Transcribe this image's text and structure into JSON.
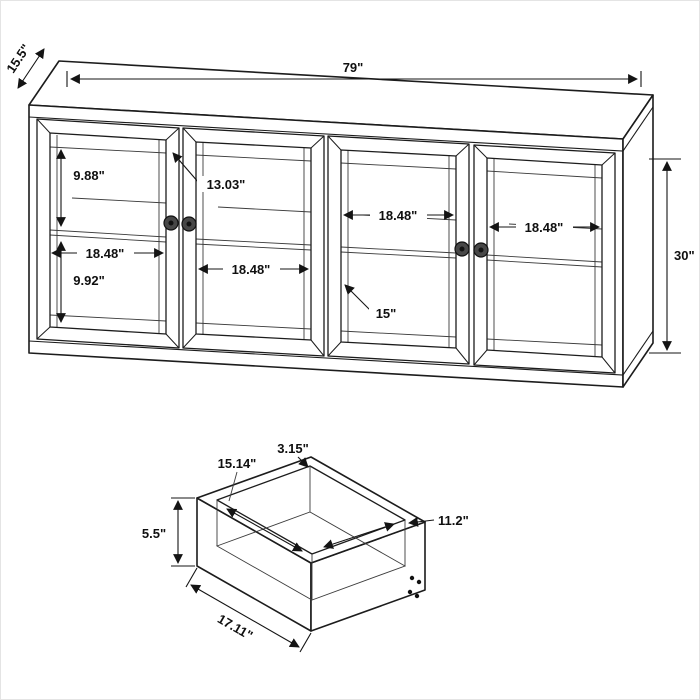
{
  "figure": {
    "colors": {
      "background": "#ffffff",
      "line": "#1c1c1c"
    }
  },
  "cabinet": {
    "width_label": "79\"",
    "depth_label": "15.5\"",
    "height_label": "30\"",
    "top_opening_height_label": "9.88\"",
    "bottom_opening_height_label": "9.92\"",
    "shelf_depth_label": "13.03\"",
    "interior_depth_label": "15\"",
    "section_width_labels": [
      "18.48\"",
      "18.48\"",
      "18.48\"",
      "18.48\""
    ]
  },
  "drawer": {
    "rail_height_label": "3.15\"",
    "inner_width_label": "15.14\"",
    "inner_depth_label": "11.2\"",
    "front_height_label": "5.5\"",
    "outer_width_label": "17.11\""
  }
}
